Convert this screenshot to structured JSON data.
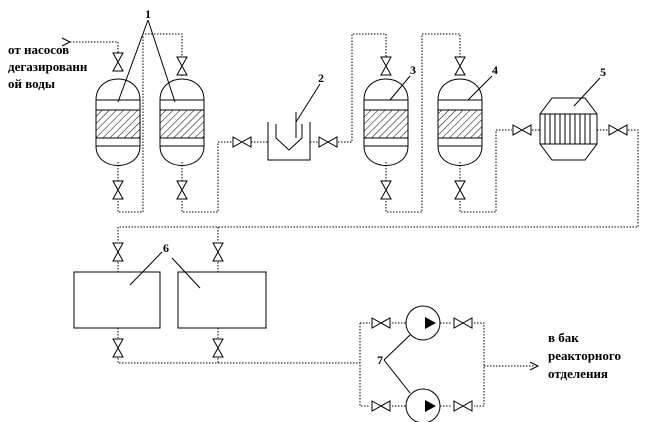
{
  "labels": {
    "inlet_line1": "от насосов",
    "inlet_line2": "дегазированн",
    "inlet_line3": "ой воды",
    "outlet_line1": "в бак",
    "outlet_line2": "реакторного",
    "outlet_line3": "отделения"
  },
  "callouts": {
    "n1": "1",
    "n2": "2",
    "n3": "3",
    "n4": "4",
    "n5": "5",
    "n6": "6",
    "n7": "7"
  }
}
